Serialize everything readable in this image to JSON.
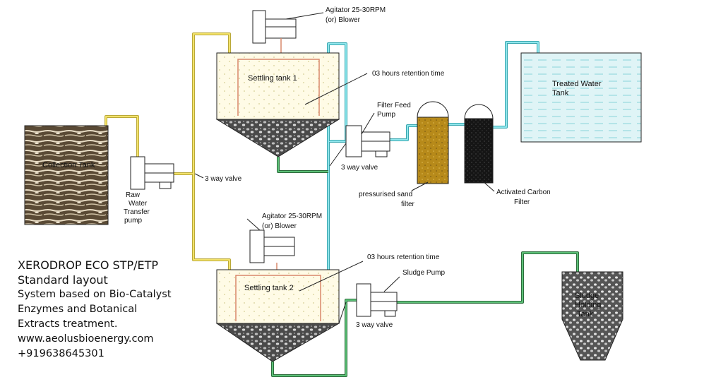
{
  "diagram": {
    "labels": {
      "collection_tank": "Collection Tank",
      "raw_pump": [
        "Raw",
        "Water",
        "Transfer",
        "pump"
      ],
      "valve_main": "3 way valve",
      "agitator1": [
        "Agitator 25-30RPM",
        "(or)     Blower"
      ],
      "settling1": "Settling tank 1",
      "retention1": "03 hours retention time",
      "filter_feed_pump": [
        "Filter Feed",
        "Pump"
      ],
      "valve_filter": "3 way valve",
      "sand_filter": [
        "pressurised sand",
        "filter"
      ],
      "carbon_filter": [
        "Activated Carbon",
        "Filter"
      ],
      "treated_tank": [
        "Treated Water",
        "Tank"
      ],
      "agitator2": [
        "Agitator 25-30RPM",
        "(or)     Blower"
      ],
      "settling2": "Settling tank 2",
      "retention2": "03 hours retention time",
      "sludge_pump": "Sludge Pump",
      "valve_sludge": "3 way valve",
      "sludge_tank": [
        "Sludge",
        "Holding",
        "Tank"
      ]
    },
    "colors": {
      "yellow_pipe": "#f3e26a",
      "cyan_pipe": "#5fd3dc",
      "green_pipe": "#3e9a55",
      "tank_interior": "#fffbe6",
      "inner_frame": "#d9886a",
      "sand": "#b78a1a",
      "carbon": "#1a1a1a",
      "water": "#dff4f6",
      "outline": "#222222"
    }
  },
  "side": {
    "title": "XERODROP ECO STP/ETP",
    "subtitle": "Standard layout",
    "desc_lines": [
      "System based on Bio-Catalyst",
      "Enzymes and Botanical",
      "Extracts treatment."
    ],
    "website": "www.aeolusbioenergy.com",
    "phone": "+919638645301"
  }
}
